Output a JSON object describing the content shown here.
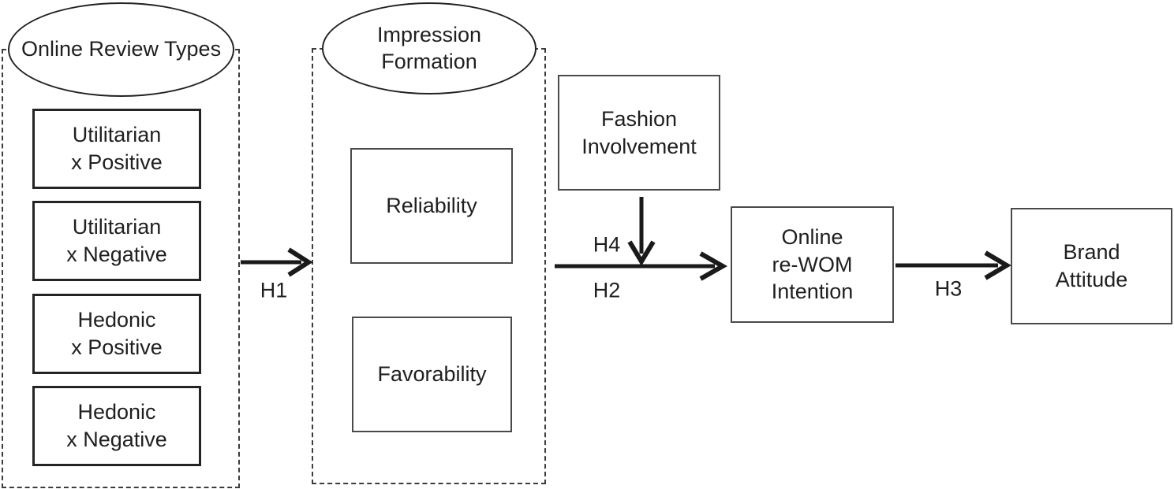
{
  "diagram": {
    "left_group": {
      "title": "Online Review Types",
      "items": [
        {
          "text": "Utilitarian\nx Positive"
        },
        {
          "text": "Utilitarian\nx Negative"
        },
        {
          "text": "Hedonic\nx Positive"
        },
        {
          "text": "Hedonic\nx Negative"
        }
      ]
    },
    "middle_group": {
      "title": "Impression\nFormation",
      "items": [
        {
          "text": "Reliability"
        },
        {
          "text": "Favorability"
        }
      ]
    },
    "moderator_box": {
      "text": "Fashion\nInvolvement"
    },
    "outcome_box": {
      "text": "Online\nre-WOM\nIntention"
    },
    "final_box": {
      "text": "Brand\nAttitude"
    },
    "hypotheses": {
      "h1": "H1",
      "h2": "H2",
      "h3": "H3",
      "h4": "H4"
    },
    "colors": {
      "line": "#1a1a1a",
      "box_border": "#242424",
      "background": "#ffffff"
    }
  }
}
